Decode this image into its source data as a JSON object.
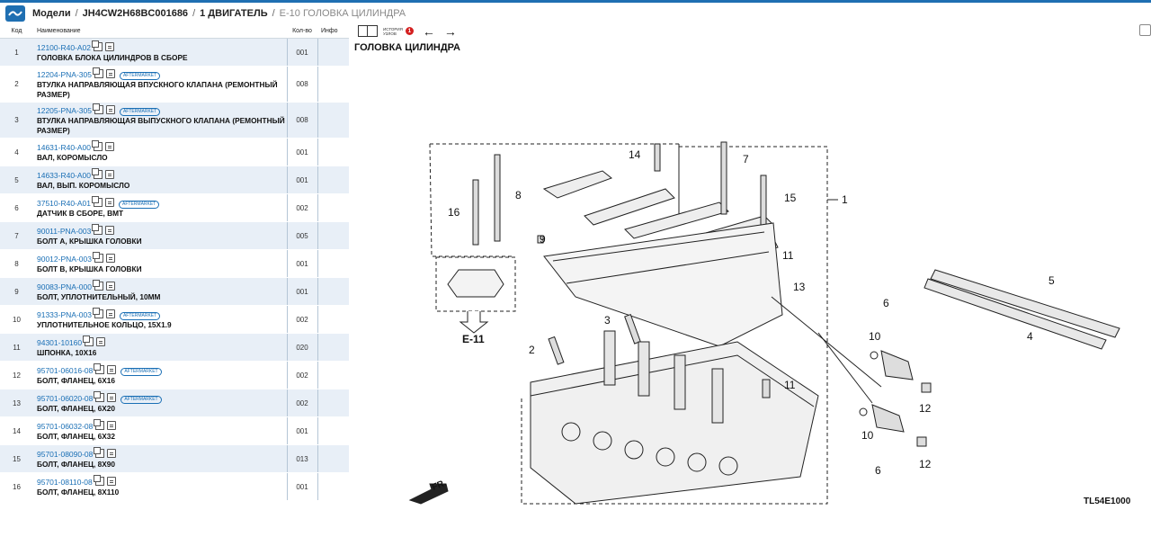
{
  "breadcrumb": {
    "items": [
      "Модели",
      "JH4CW2H68BC001686",
      "1 ДВИГАТЕЛЬ"
    ],
    "current": "E-10 ГОЛОВКА ЦИЛИНДРА",
    "separator": "/"
  },
  "table": {
    "headers": {
      "code": "Код",
      "name": "Наименование",
      "qty": "Кол-во",
      "info": "Инфо"
    },
    "badge_label": "AFTERMARKET",
    "rows": [
      {
        "code": "1",
        "pn": "12100-R40-A02",
        "desc": "ГОЛОВКА БЛОКА ЦИЛИНДРОВ В СБОРЕ",
        "qty": "001",
        "aftermarket": false
      },
      {
        "code": "2",
        "pn": "12204-PNA-305",
        "desc": "ВТУЛКА НАПРАВЛЯЮЩАЯ ВПУСКНОГО КЛАПАНА (РЕМОНТНЫЙ РАЗМЕР)",
        "qty": "008",
        "aftermarket": true
      },
      {
        "code": "3",
        "pn": "12205-PNA-305",
        "desc": "ВТУЛКА НАПРАВЛЯЮЩАЯ ВЫПУСКНОГО КЛАПАНА (РЕМОНТНЫЙ РАЗМЕР)",
        "qty": "008",
        "aftermarket": true
      },
      {
        "code": "4",
        "pn": "14631-R40-A00",
        "desc": "ВАЛ, КОРОМЫСЛО",
        "qty": "001",
        "aftermarket": false
      },
      {
        "code": "5",
        "pn": "14633-R40-A00",
        "desc": "ВАЛ, ВЫП. КОРОМЫСЛО",
        "qty": "001",
        "aftermarket": false
      },
      {
        "code": "6",
        "pn": "37510-R40-A01",
        "desc": "ДАТЧИК В СБОРЕ, ВМТ",
        "qty": "002",
        "aftermarket": true
      },
      {
        "code": "7",
        "pn": "90011-PNA-003",
        "desc": "БОЛТ А, КРЫШКА ГОЛОВКИ",
        "qty": "005",
        "aftermarket": false
      },
      {
        "code": "8",
        "pn": "90012-PNA-003",
        "desc": "БОЛТ В, КРЫШКА ГОЛОВКИ",
        "qty": "001",
        "aftermarket": false
      },
      {
        "code": "9",
        "pn": "90083-PNA-000",
        "desc": "БОЛТ, УПЛОТНИТЕЛЬНЫЙ, 10ММ",
        "qty": "001",
        "aftermarket": false
      },
      {
        "code": "10",
        "pn": "91333-PNA-003",
        "desc": "УПЛОТНИТЕЛЬНОЕ КОЛЬЦО, 15X1.9",
        "qty": "002",
        "aftermarket": true
      },
      {
        "code": "11",
        "pn": "94301-10160",
        "desc": "ШПОНКА, 10X16",
        "qty": "020",
        "aftermarket": false
      },
      {
        "code": "12",
        "pn": "95701-06016-08",
        "desc": "БОЛТ, ФЛАНЕЦ, 6X16",
        "qty": "002",
        "aftermarket": true
      },
      {
        "code": "13",
        "pn": "95701-06020-08",
        "desc": "БОЛТ, ФЛАНЕЦ, 6X20",
        "qty": "002",
        "aftermarket": true
      },
      {
        "code": "14",
        "pn": "95701-06032-08",
        "desc": "БОЛТ, ФЛАНЕЦ, 6X32",
        "qty": "001",
        "aftermarket": false
      },
      {
        "code": "15",
        "pn": "95701-08090-08",
        "desc": "БОЛТ, ФЛАНЕЦ, 8X90",
        "qty": "013",
        "aftermarket": false
      },
      {
        "code": "16",
        "pn": "95701-08110-08",
        "desc": "БОЛТ, ФЛАНЕЦ, 8X110",
        "qty": "001",
        "aftermarket": false
      }
    ]
  },
  "toolbar": {
    "history_label_line1": "ИСТОРИЯ",
    "history_label_line2": "УЗЛОВ",
    "history_count": "1",
    "back_arrow": "←",
    "forward_arrow": "→"
  },
  "diagram": {
    "title": "ГОЛОВКА ЦИЛИНДРА",
    "code": "TL54E1000",
    "callouts": [
      "1",
      "2",
      "3",
      "4",
      "5",
      "6",
      "6",
      "7",
      "8",
      "9",
      "10",
      "10",
      "11",
      "11",
      "12",
      "12",
      "13",
      "14",
      "15",
      "16"
    ],
    "ref_label": "E-11",
    "front_label": "FR."
  }
}
